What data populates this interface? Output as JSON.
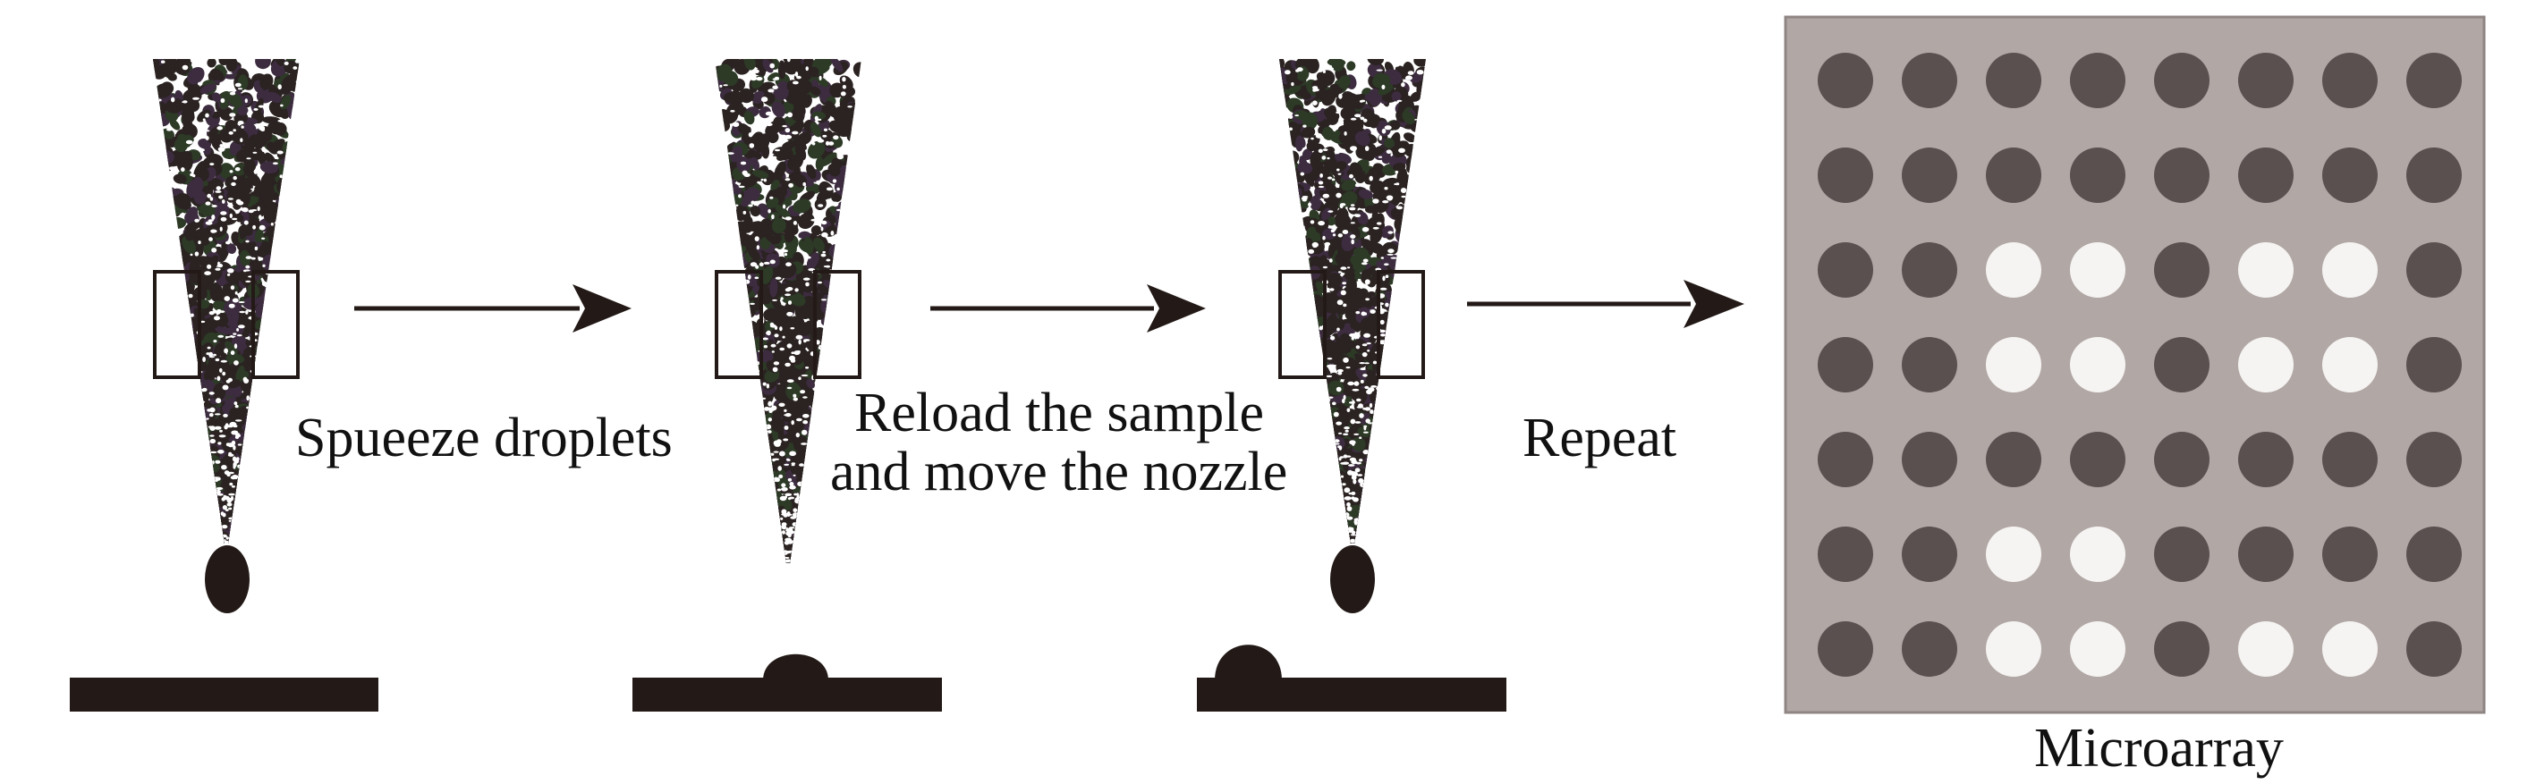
{
  "steps": [
    {
      "label": "Spueeze droplets"
    },
    {
      "label_line1": "Reload the sample",
      "label_line2": "and move the nozzle"
    },
    {
      "label": "Repeat"
    }
  ],
  "microarray": {
    "label": "Microarray",
    "rows": 7,
    "cols": 8,
    "pattern": [
      [
        0,
        0,
        0,
        0,
        0,
        0,
        0,
        0
      ],
      [
        0,
        0,
        0,
        0,
        0,
        0,
        0,
        0
      ],
      [
        0,
        0,
        1,
        1,
        0,
        1,
        1,
        0
      ],
      [
        0,
        0,
        1,
        1,
        0,
        1,
        1,
        0
      ],
      [
        0,
        0,
        0,
        0,
        0,
        0,
        0,
        0
      ],
      [
        0,
        0,
        1,
        1,
        0,
        0,
        0,
        0
      ],
      [
        0,
        0,
        1,
        1,
        0,
        1,
        1,
        0
      ]
    ]
  },
  "colors": {
    "ink": "#231a17",
    "panel_bg": "#b1a7a5",
    "panel_border": "#8f8684",
    "dot_dark": "#5a5050",
    "dot_light": "#f5f4f2",
    "cell_dark": "#2b2322",
    "cell_green": "#2c3a26",
    "cell_purple": "#3d2c40"
  }
}
